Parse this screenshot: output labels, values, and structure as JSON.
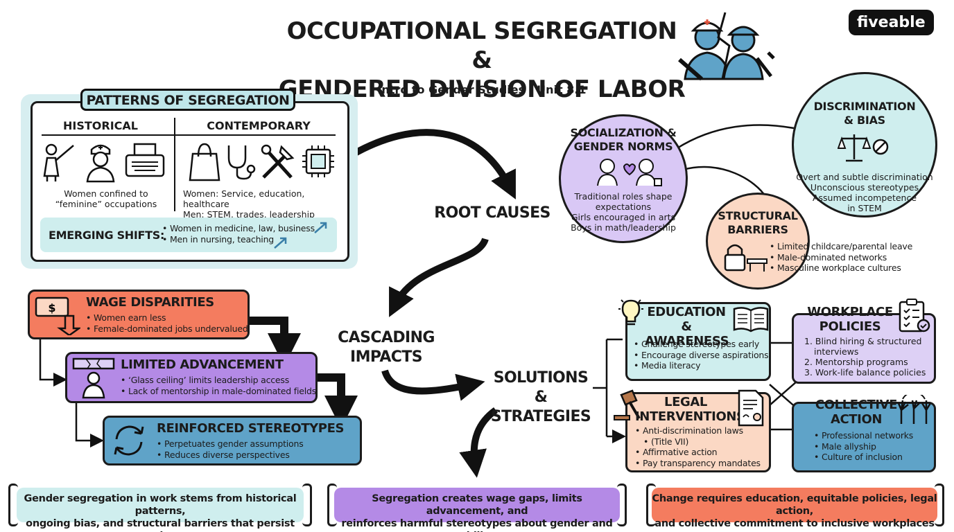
{
  "header": {
    "title_line1": "OCCUPATIONAL SEGREGATION &",
    "title_line2": "GENDERED DIVISION OF LABOR",
    "subtitle": "Intro to Gender Studies | Unit 8.1",
    "logo": "fiveable"
  },
  "patterns": {
    "title": "PATTERNS OF SEGREGATION",
    "historical": {
      "heading": "HISTORICAL",
      "icons": [
        "teacher-icon",
        "nurse-icon",
        "typewriter-icon"
      ],
      "caption_line1": "Women confined to",
      "caption_line2": "“feminine” occupations"
    },
    "contemporary": {
      "heading": "CONTEMPORARY",
      "icons": [
        "shopping-bag-icon",
        "stethoscope-icon",
        "tools-icon",
        "chip-icon"
      ],
      "line1": "Women: Service, education, healthcare",
      "line2": "Men: STEM, trades, leadership"
    },
    "emerging": {
      "label": "EMERGING SHIFTS:",
      "items": [
        "Women in medicine, law, business",
        "Men in nursing, teaching"
      ]
    }
  },
  "root_causes": {
    "label": "ROOT CAUSES",
    "socialization": {
      "title_line1": "SOCIALIZATION &",
      "title_line2": "GENDER NORMS",
      "lines": [
        "Traditional roles shape",
        "expectations",
        "Girls encouraged in arts",
        "Boys in math/leadership"
      ],
      "color": "#d9c8f5"
    },
    "discrimination": {
      "title_line1": "DISCRIMINATION",
      "title_line2": "& BIAS",
      "lines": [
        "Overt and subtle discrimination",
        "Unconscious stereotypes",
        "Assumed incompetence",
        "in STEM"
      ],
      "color": "#cfeeee"
    },
    "structural": {
      "title_line1": "STRUCTURAL",
      "title_line2": "BARRIERS",
      "items": [
        "Limited childcare/parental leave",
        "Male-dominated networks",
        "Masculine workplace cultures"
      ],
      "color": "#fbd8c4"
    }
  },
  "impacts": {
    "label_line1": "CASCADING",
    "label_line2": "IMPACTS",
    "wage": {
      "title": "WAGE DISPARITIES",
      "items": [
        "Women earn less",
        "Female-dominated jobs undervalued"
      ],
      "color": "#f47c5f"
    },
    "advancement": {
      "title": "LIMITED ADVANCEMENT",
      "items": [
        "‘Glass ceiling’ limits leadership access",
        "Lack of mentorship in male-dominated fields"
      ],
      "color": "#b48ae6"
    },
    "stereotypes": {
      "title": "REINFORCED STEREOTYPES",
      "items": [
        "Perpetuates gender assumptions",
        "Reduces diverse perspectives"
      ],
      "color": "#5fa3c8"
    }
  },
  "solutions": {
    "label_line1": "SOLUTIONS &",
    "label_line2": "STRATEGIES",
    "education": {
      "title_line1": "EDUCATION &",
      "title_line2": "AWARENESS",
      "items": [
        "Challenge stereotypes early",
        "Encourage diverse aspirations",
        "Media literacy"
      ],
      "color": "#cfeeee"
    },
    "workplace": {
      "title_line1": "WORKPLACE",
      "title_line2": "POLICIES",
      "items": [
        "1. Blind hiring & structured",
        "interviews",
        "2. Mentorship programs",
        "3. Work-life balance policies"
      ],
      "color": "#ddd0f5"
    },
    "legal": {
      "title_line1": "LEGAL",
      "title_line2": "INTERVENTIONS",
      "items": [
        "Anti-discrimination laws",
        "(Title VII)",
        "Affirmative action",
        "Pay transparency mandates"
      ],
      "color": "#fbd8c4"
    },
    "collective": {
      "title_line1": "COLLECTIVE",
      "title_line2": "ACTION",
      "items": [
        "Professional networks",
        "Male allyship",
        "Culture of inclusion"
      ],
      "color": "#5fa3c8"
    }
  },
  "summaries": [
    {
      "line1": "Gender segregation in work stems from historical patterns,",
      "line2": "ongoing bias, and structural barriers that persist today",
      "color": "#cfeeee"
    },
    {
      "line1": "Segregation creates wage gaps, limits advancement, and",
      "line2": "reinforces harmful stereotypes about gender and ability",
      "color": "#b48ae6"
    },
    {
      "line1": "Change requires education, equitable policies, legal action,",
      "line2": "and collective commitment to inclusive workplaces",
      "color": "#f47c5f"
    }
  ]
}
